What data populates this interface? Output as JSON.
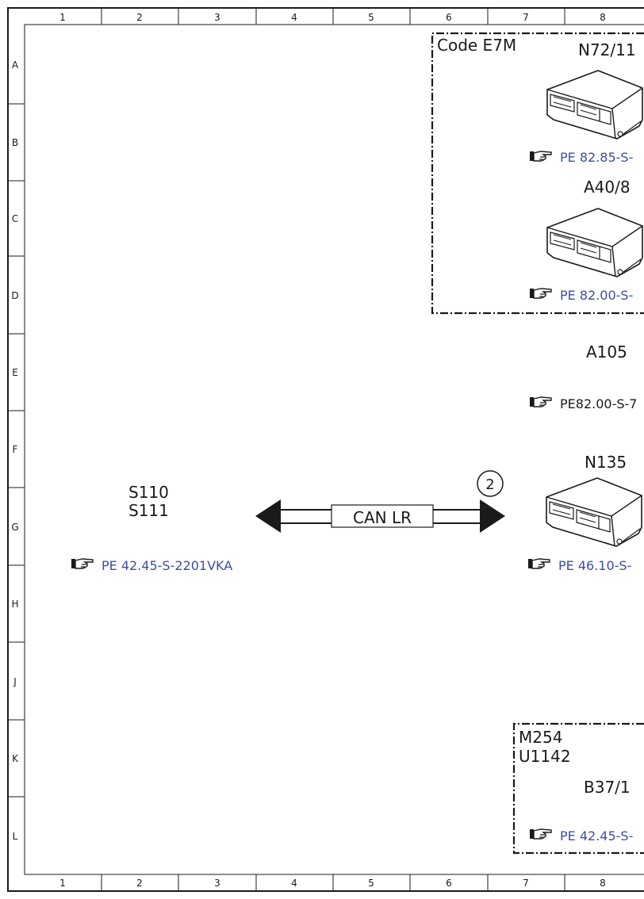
{
  "grid": {
    "columns": [
      "1",
      "2",
      "3",
      "4",
      "5",
      "6",
      "7",
      "8"
    ],
    "rows": [
      "A",
      "B",
      "C",
      "D",
      "E",
      "F",
      "G",
      "H",
      "J",
      "K",
      "L"
    ]
  },
  "blocks": {
    "e7m": {
      "label": "Code E7M",
      "n72": {
        "id": "N72/11",
        "ref": "PE 82.85-S-"
      },
      "a40": {
        "id": "A40/8",
        "ref": "PE 82.00-S-"
      }
    },
    "a105": {
      "id": "A105",
      "ref": "PE82.00-S-7"
    },
    "n135": {
      "id": "N135",
      "ref": "PE 46.10-S-"
    },
    "switches": {
      "id1": "S110",
      "id2": "S111",
      "ref": "PE 42.45-S-2201VKA"
    },
    "can": {
      "label": "CAN LR",
      "marker": "2"
    },
    "m254": {
      "label1": "M254",
      "label2": "U1142",
      "id": "B37/1",
      "ref": "PE 42.45-S-"
    }
  },
  "colors": {
    "link": "#3b4fa0",
    "line": "#1a1a1a"
  },
  "icons": {
    "reference": "pointing-hand-icon",
    "module": "control-unit-icon"
  }
}
